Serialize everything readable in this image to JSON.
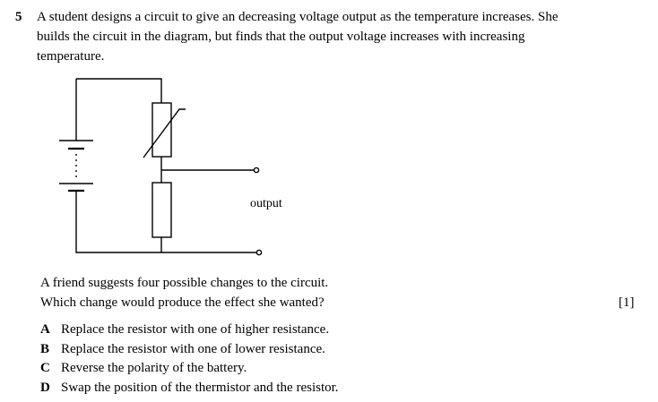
{
  "question": {
    "number": "5",
    "stem_lines": [
      "A student designs a circuit to give an decreasing voltage output as the temperature increases. She",
      "builds the circuit in the diagram, but finds that the output voltage increases with increasing",
      "temperature."
    ]
  },
  "diagram": {
    "output_label": "output",
    "components": [
      "battery",
      "thermistor",
      "resistor",
      "output-terminal-top",
      "output-terminal-bottom"
    ]
  },
  "prompt": {
    "lines": [
      "A friend suggests four possible changes to the circuit.",
      "Which change would produce the effect she wanted?"
    ],
    "marks": "[1]"
  },
  "options": [
    {
      "letter": "A",
      "text": "Replace the resistor with one of higher resistance."
    },
    {
      "letter": "B",
      "text": "Replace the resistor with one of lower resistance."
    },
    {
      "letter": "C",
      "text": "Reverse the polarity of the battery."
    },
    {
      "letter": "D",
      "text": "Swap the position of the thermistor and the resistor."
    }
  ]
}
